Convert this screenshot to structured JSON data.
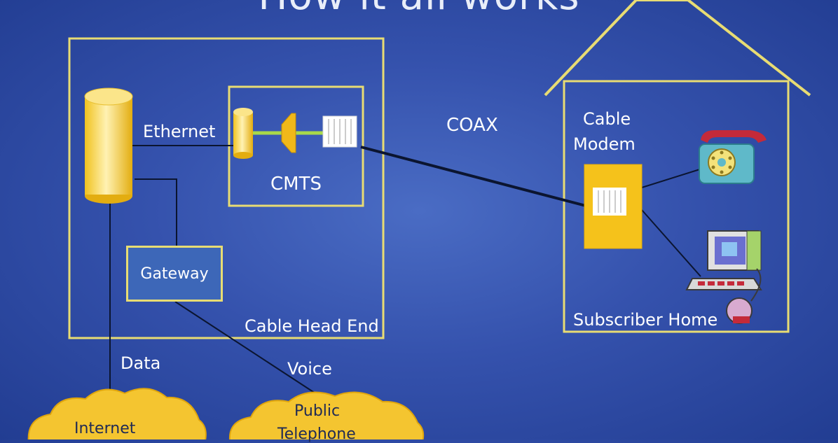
{
  "title": "How it all works",
  "labels": {
    "ethernet": "Ethernet",
    "cmts": "CMTS",
    "coax": "COAX",
    "cable_modem_line1": "Cable",
    "cable_modem_line2": "Modem",
    "gateway": "Gateway",
    "cable_head_end": "Cable Head End",
    "subscriber_home": "Subscriber Home",
    "data": "Data",
    "voice": "Voice",
    "internet": "Internet",
    "public_telephone_line1": "Public",
    "public_telephone_line2": "Telephone"
  },
  "colors": {
    "background": "#3552ad",
    "outline_yellow": "#e8dc73",
    "device_yellow": "#f5c21b",
    "link_dark": "#0b1530",
    "cloud_fill": "#f4c530"
  }
}
